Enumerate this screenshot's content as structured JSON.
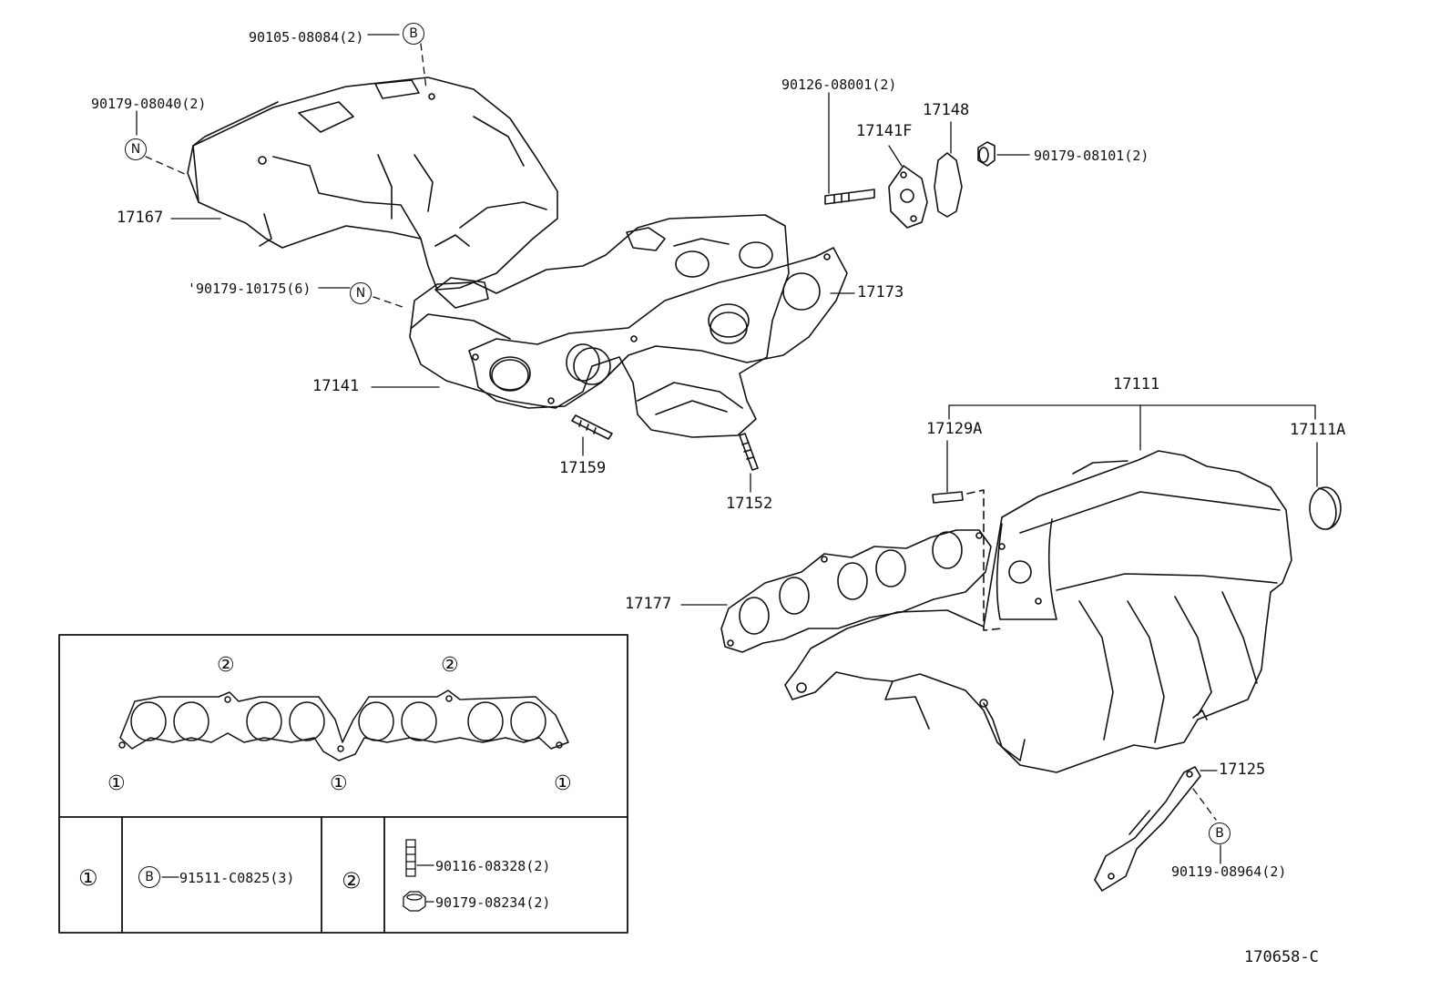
{
  "labels": {
    "p90105": "90105-08084(2)",
    "p90179_08040": "90179-08040(2)",
    "p17167": "17167",
    "p90179_10175": "'90179-10175(6)",
    "p17141": "17141",
    "p17159": "17159",
    "p17152": "17152",
    "p17173": "17173",
    "p90126": "90126-08001(2)",
    "p17141F": "17141F",
    "p17148": "17148",
    "p90179_08101": "90179-08101(2)",
    "p17111": "17111",
    "p17129A": "17129A",
    "p17111A": "17111A",
    "p17177": "17177",
    "p17125": "17125",
    "p90119": "90119-08964(2)",
    "p91511": "91511-C0825(3)",
    "p90116": "90116-08328(2)",
    "p90179_08234": "90179-08234(2)",
    "figure_code": "170658-C"
  },
  "markers": {
    "B": "B",
    "N": "N",
    "one": "①",
    "two": "②"
  }
}
